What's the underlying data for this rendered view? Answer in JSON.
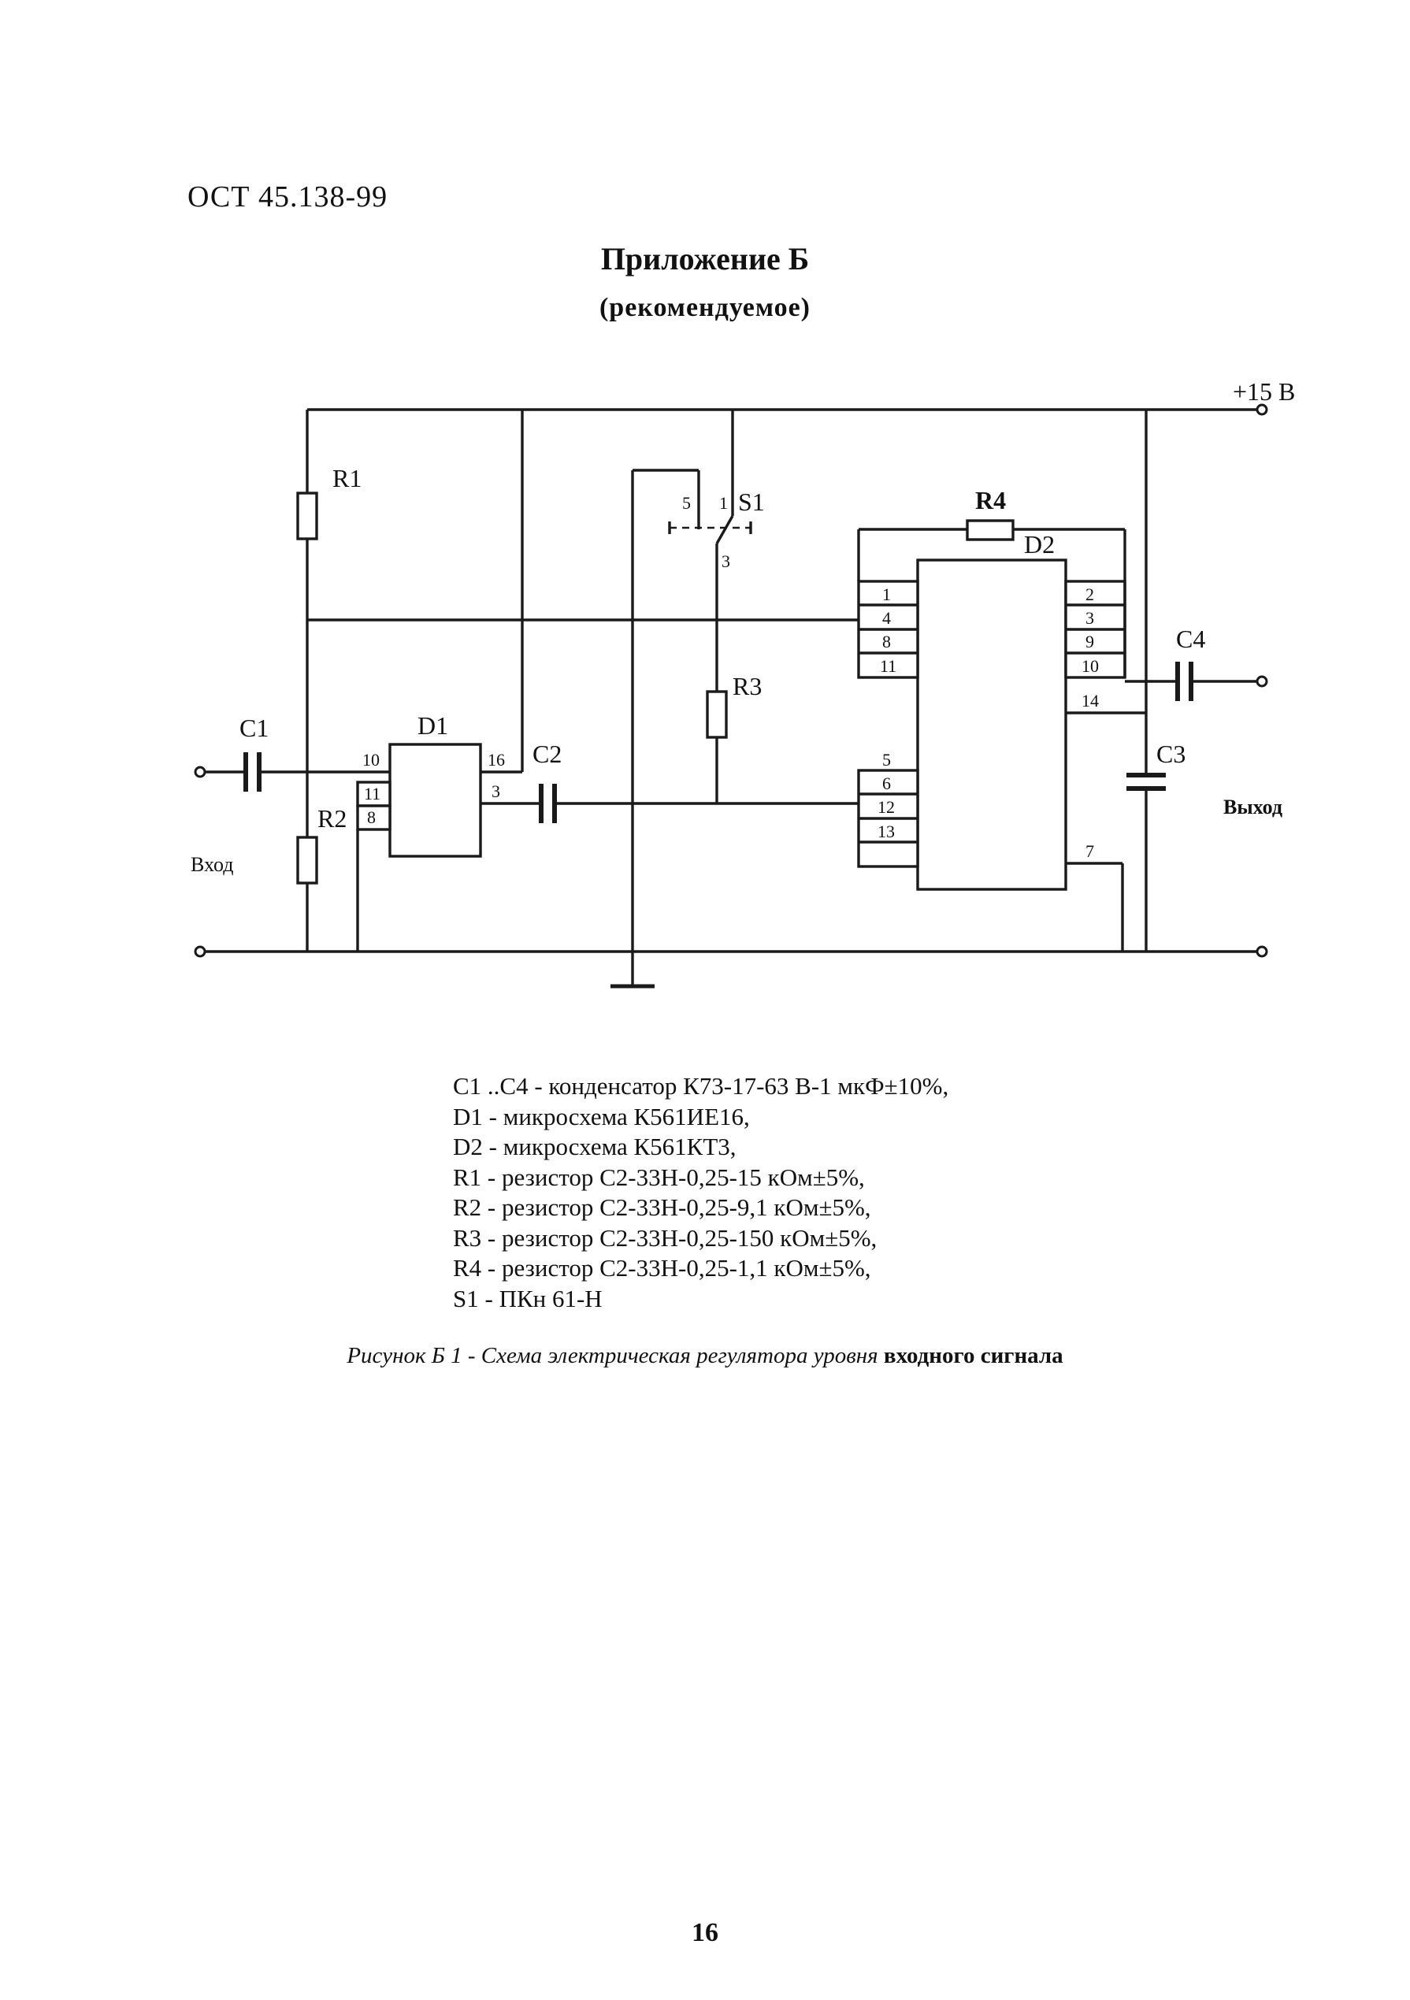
{
  "header": {
    "doc_code": "ОСТ 45.138-99",
    "appendix_title": "Приложение Б",
    "appendix_subtitle": "(рекомендуемое)"
  },
  "diagram": {
    "supply_label": "+15 В",
    "input_label": "Вход",
    "output_label": "Выход",
    "components": {
      "R1": "R1",
      "R2": "R2",
      "R3": "R3",
      "R4": "R4",
      "C1": "C1",
      "C2": "C2",
      "C3": "C3",
      "C4": "C4",
      "D1": "D1",
      "D2": "D2",
      "S1": "S1"
    },
    "d1_pins": {
      "p10": "10",
      "p11": "11",
      "p8": "8",
      "p16": "16",
      "p3": "3"
    },
    "s1_pins": {
      "p5": "5",
      "p1": "1",
      "p3": "3"
    },
    "d2_pins_left": [
      "1",
      "4",
      "8",
      "11",
      "5",
      "6",
      "12",
      "13"
    ],
    "d2_pins_right": [
      "2",
      "3",
      "9",
      "10",
      "14",
      "7"
    ]
  },
  "legend": [
    "С1 ..С4 - конденсатор К73-17-63 В-1 мкФ±10%,",
    "D1 - микросхема К561ИЕ16,",
    "D2 - микросхема К561КТ3,",
    "R1 - резистор С2-33Н-0,25-15 кОм±5%,",
    "R2 - резистор С2-33Н-0,25-9,1 кОм±5%,",
    "R3 - резистор С2-33Н-0,25-150 кОм±5%,",
    "R4 - резистор С2-33Н-0,25-1,1 кОм±5%,",
    "S1 - ПКн 61-Н"
  ],
  "caption": {
    "main": "Рисунок Б 1 - Схема электрическая регулятора уровня",
    "bold_tail": "входного сигнала"
  },
  "page_number": "16"
}
